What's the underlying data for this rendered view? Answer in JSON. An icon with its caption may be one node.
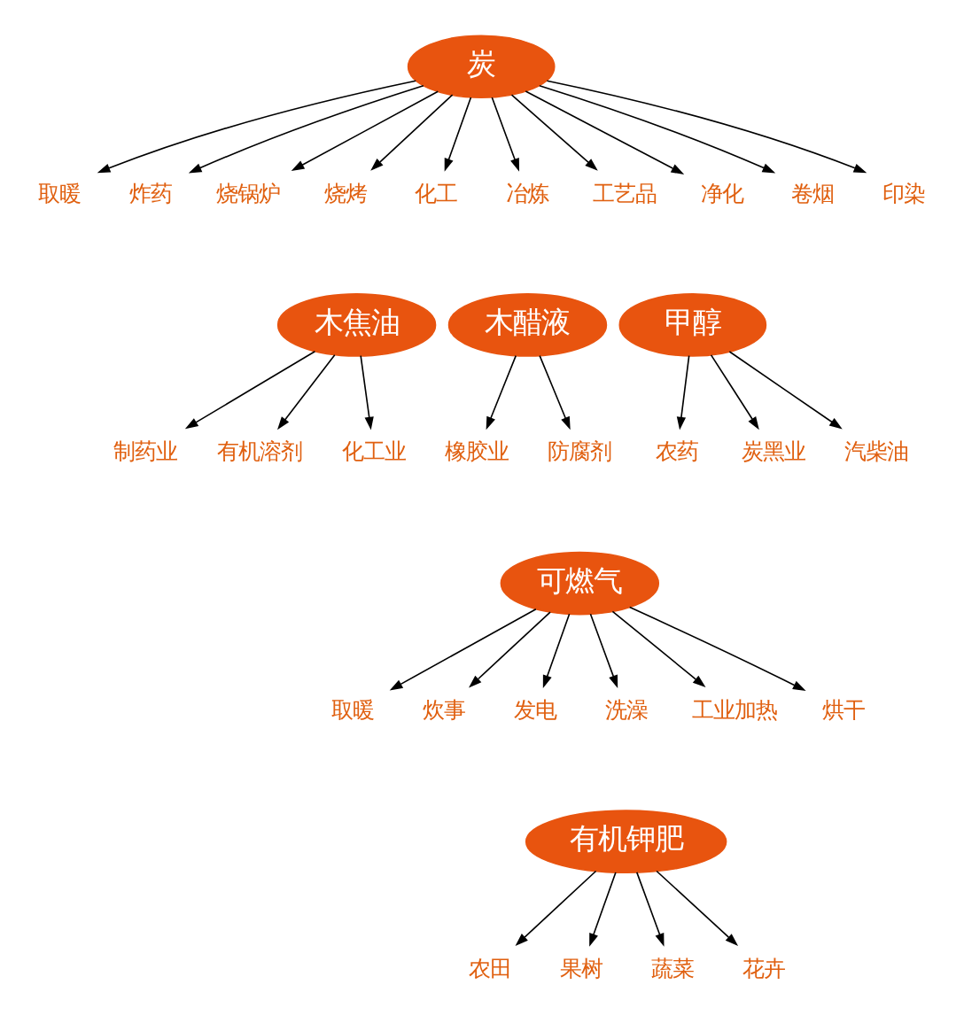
{
  "diagram": {
    "nodes": [
      {
        "text": [
          "炭"
        ]
      },
      {
        "text": [
          "取暖"
        ]
      },
      {
        "text": [
          "炸药"
        ]
      },
      {
        "text": [
          "烧锅炉"
        ]
      },
      {
        "text": [
          "烧烤"
        ]
      },
      {
        "text": [
          "化工"
        ]
      },
      {
        "text": [
          "冶炼"
        ]
      },
      {
        "text": [
          "工艺品"
        ]
      },
      {
        "text": [
          "净化"
        ]
      },
      {
        "text": [
          "卷烟"
        ]
      },
      {
        "text": [
          "印染"
        ]
      },
      {
        "text": [
          "木焦油"
        ]
      },
      {
        "text": [
          "木醋液"
        ]
      },
      {
        "text": [
          "甲醇"
        ]
      },
      {
        "text": [
          "制药业"
        ]
      },
      {
        "text": [
          "有机溶剂"
        ]
      },
      {
        "text": [
          "化工业"
        ]
      },
      {
        "text": [
          "橡胶业"
        ]
      },
      {
        "text": [
          "防腐剂"
        ]
      },
      {
        "text": [
          "农药"
        ]
      },
      {
        "text": [
          "炭黑业"
        ]
      },
      {
        "text": [
          "汽柴油"
        ]
      },
      {
        "text": [
          "可燃气"
        ]
      },
      {
        "text": [
          "取暖"
        ]
      },
      {
        "text": [
          "炊事"
        ]
      },
      {
        "text": [
          "发电"
        ]
      },
      {
        "text": [
          "洗澡"
        ]
      },
      {
        "text": [
          "工业加热"
        ]
      },
      {
        "text": [
          "烘干"
        ]
      },
      {
        "text": [
          "有机钾肥"
        ]
      },
      {
        "text": [
          "农田"
        ]
      },
      {
        "text": [
          "果树"
        ]
      },
      {
        "text": [
          "蔬菜"
        ]
      },
      {
        "text": [
          "花卉"
        ]
      }
    ],
    "edges": [
      {
        "from": 0,
        "to": 1,
        "arrow": "to"
      },
      {
        "from": 0,
        "to": 2,
        "arrow": "to"
      },
      {
        "from": 0,
        "to": 3,
        "arrow": "to"
      },
      {
        "from": 0,
        "to": 4,
        "arrow": "to"
      },
      {
        "from": 0,
        "to": 5,
        "arrow": "to"
      },
      {
        "from": 0,
        "to": 6,
        "arrow": "to"
      },
      {
        "from": 0,
        "to": 7,
        "arrow": "to"
      },
      {
        "from": 0,
        "to": 8,
        "arrow": "to"
      },
      {
        "from": 0,
        "to": 9,
        "arrow": "to"
      },
      {
        "from": 0,
        "to": 10,
        "arrow": "to"
      },
      {
        "from": 11,
        "to": 14,
        "arrow": "to"
      },
      {
        "from": 11,
        "to": 15,
        "arrow": "to"
      },
      {
        "from": 11,
        "to": 16,
        "arrow": "to"
      },
      {
        "from": 12,
        "to": 17,
        "arrow": "to"
      },
      {
        "from": 12,
        "to": 18,
        "arrow": "to"
      },
      {
        "from": 13,
        "to": 19,
        "arrow": "to"
      },
      {
        "from": 13,
        "to": 20,
        "arrow": "to"
      },
      {
        "from": 13,
        "to": 21,
        "arrow": "to"
      },
      {
        "from": 22,
        "to": 23,
        "arrow": "to"
      },
      {
        "from": 22,
        "to": 24,
        "arrow": "to"
      },
      {
        "from": 22,
        "to": 25,
        "arrow": "to"
      },
      {
        "from": 22,
        "to": 26,
        "arrow": "to"
      },
      {
        "from": 22,
        "to": 27,
        "arrow": "to"
      },
      {
        "from": 22,
        "to": 28,
        "arrow": "to"
      },
      {
        "from": 29,
        "to": 30,
        "arrow": "to"
      },
      {
        "from": 29,
        "to": 31,
        "arrow": "to"
      },
      {
        "from": 29,
        "to": 32,
        "arrow": "to"
      },
      {
        "from": 29,
        "to": 33,
        "arrow": "to"
      }
    ]
  }
}
